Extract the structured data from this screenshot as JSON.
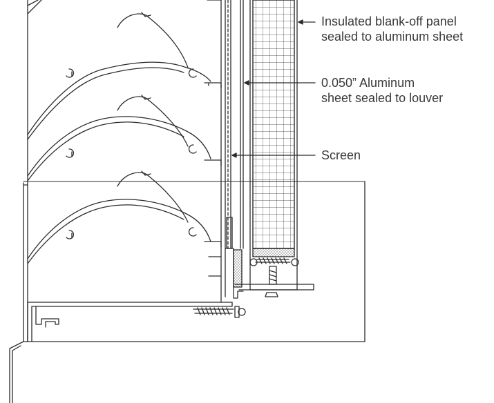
{
  "labels": {
    "insulated_panel": {
      "line1": "Insulated blank-off panel",
      "line2": "sealed to aluminum sheet"
    },
    "aluminum_sheet": {
      "line1": "0.050” Aluminum",
      "line2": "sheet sealed to louver"
    },
    "screen": {
      "line1": "Screen"
    }
  },
  "colors": {
    "line": "#2b2b2b",
    "text": "#3a3a3a",
    "background": "#ffffff"
  }
}
